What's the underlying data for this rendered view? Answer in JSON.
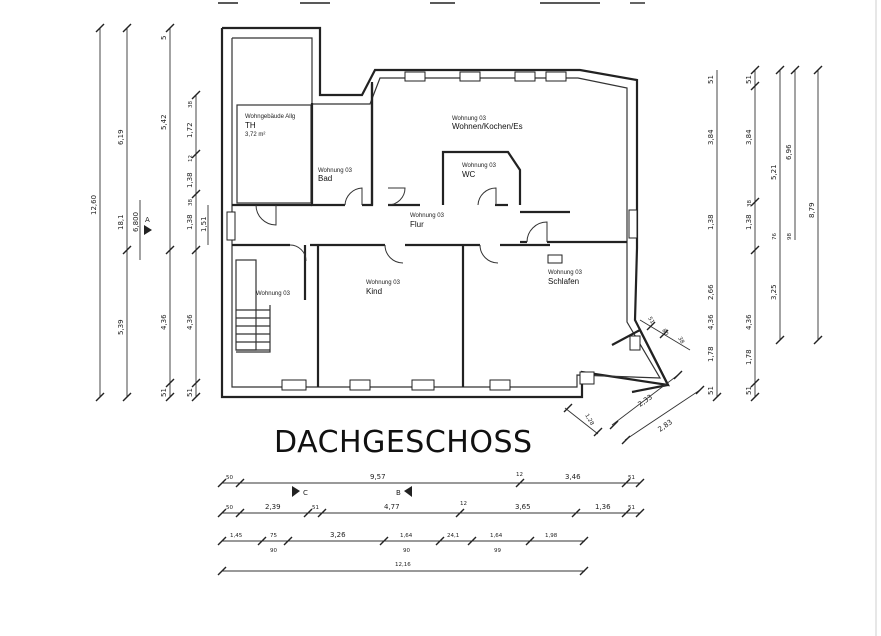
{
  "title": "DACHGESCHOSS",
  "rooms": {
    "abstell": {
      "owner": "Wohngebäude Allg",
      "name": "TH",
      "area": "3,72 m²"
    },
    "wohnen": {
      "owner": "Wohnung 03",
      "name": "Wohnen/Kochen/Es"
    },
    "bad": {
      "owner": "Wohnung 03",
      "name": "Bad"
    },
    "wc": {
      "owner": "Wohnung 03",
      "name": "WC"
    },
    "flur": {
      "owner": "Wohnung 03",
      "name": "Flur"
    },
    "treppe": {
      "owner": "Wohnung 03"
    },
    "kind": {
      "owner": "Wohnung 03",
      "name": "Kind"
    },
    "schlafen": {
      "owner": "Wohnung 03",
      "name": "Schlafen"
    }
  },
  "dims_left_outer": {
    "total": "12,60",
    "upper": "6,19",
    "lower": "5,39",
    "mid1": "18,1",
    "mid2": "6,800",
    "a": "A"
  },
  "dims_left_inner": [
    "5",
    "5,42",
    "38",
    "1,72",
    "12",
    "1,38",
    "38",
    "1,38",
    "1,51",
    "4,36",
    "4,36",
    "51",
    "51"
  ],
  "dims_right": [
    "51",
    "3,84",
    "5,21",
    "6,96",
    "8,79",
    "38",
    "1,38",
    "76",
    "98",
    "2,66",
    "3,25",
    "4,36",
    "1,78",
    "51",
    "51"
  ],
  "dims_bay": [
    "51",
    "80",
    "38",
    "1,28",
    "2,33",
    "2,83"
  ],
  "dims_bottom_row1": [
    "50",
    "9,57",
    "12",
    "3,46",
    "51"
  ],
  "dims_bottom_row2": [
    "50",
    "2,39",
    "51",
    "4,77",
    "12",
    "3,65",
    "1,36",
    "51"
  ],
  "dims_bottom_row3": [
    "1,45",
    "75",
    "3,26",
    "1,64",
    "24,1",
    "1,64",
    "1,98"
  ],
  "dims_bottom_row3b": [
    "90",
    "90",
    "99"
  ],
  "dims_bottom_total": "12,16",
  "section_marks": [
    "C",
    "B"
  ]
}
